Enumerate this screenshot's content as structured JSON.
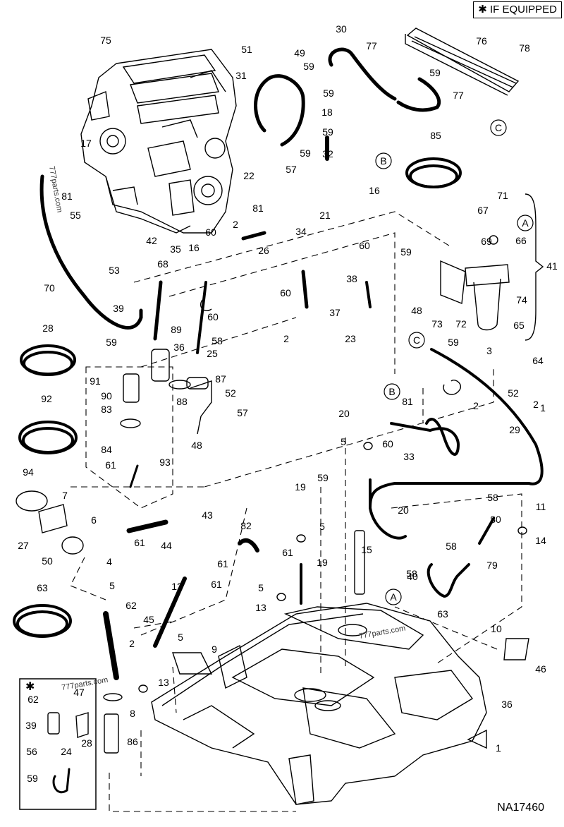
{
  "header": {
    "if_equipped": "✱ IF EQUIPPED"
  },
  "footer": {
    "drawing_number": "NA17460"
  },
  "watermarks": [
    "777parts.com",
    "777parts.com",
    "777parts.com"
  ],
  "inset_marker": "✱",
  "connectors": [
    "A",
    "B",
    "C",
    "A",
    "B",
    "C"
  ],
  "callouts": [
    "75",
    "51",
    "49",
    "30",
    "77",
    "76",
    "78",
    "59",
    "59",
    "31",
    "18",
    "59",
    "77",
    "59",
    "59",
    "17",
    "81",
    "32",
    "22",
    "57",
    "16",
    "B",
    "55",
    "42",
    "81",
    "21",
    "53",
    "2",
    "34",
    "16",
    "60",
    "26",
    "68",
    "35",
    "60",
    "59",
    "70",
    "39",
    "60",
    "38",
    "37",
    "60",
    "2",
    "23",
    "89",
    "58",
    "36",
    "25",
    "59",
    "91",
    "90",
    "87",
    "52",
    "28",
    "83",
    "88",
    "57",
    "92",
    "84",
    "48",
    "61",
    "93",
    "94",
    "7",
    "6",
    "27",
    "50",
    "4",
    "61",
    "43",
    "82",
    "44",
    "61",
    "61",
    "19",
    "59",
    "5",
    "15",
    "20",
    "19",
    "5",
    "13",
    "5",
    "62",
    "12",
    "45",
    "61",
    "2",
    "13",
    "5",
    "9",
    "63",
    "86",
    "8",
    "62",
    "47",
    "39",
    "24",
    "28",
    "56",
    "59",
    "36",
    "1",
    "46",
    "10",
    "63",
    "40",
    "58",
    "79",
    "58",
    "14",
    "80",
    "58",
    "11",
    "A",
    "67",
    "71",
    "69",
    "66",
    "41",
    "74",
    "65",
    "72",
    "73",
    "48",
    "64",
    "3",
    "52",
    "2",
    "C",
    "59",
    "29",
    "85",
    "2",
    "81",
    "B",
    "20",
    "60",
    "5",
    "33",
    "1"
  ]
}
